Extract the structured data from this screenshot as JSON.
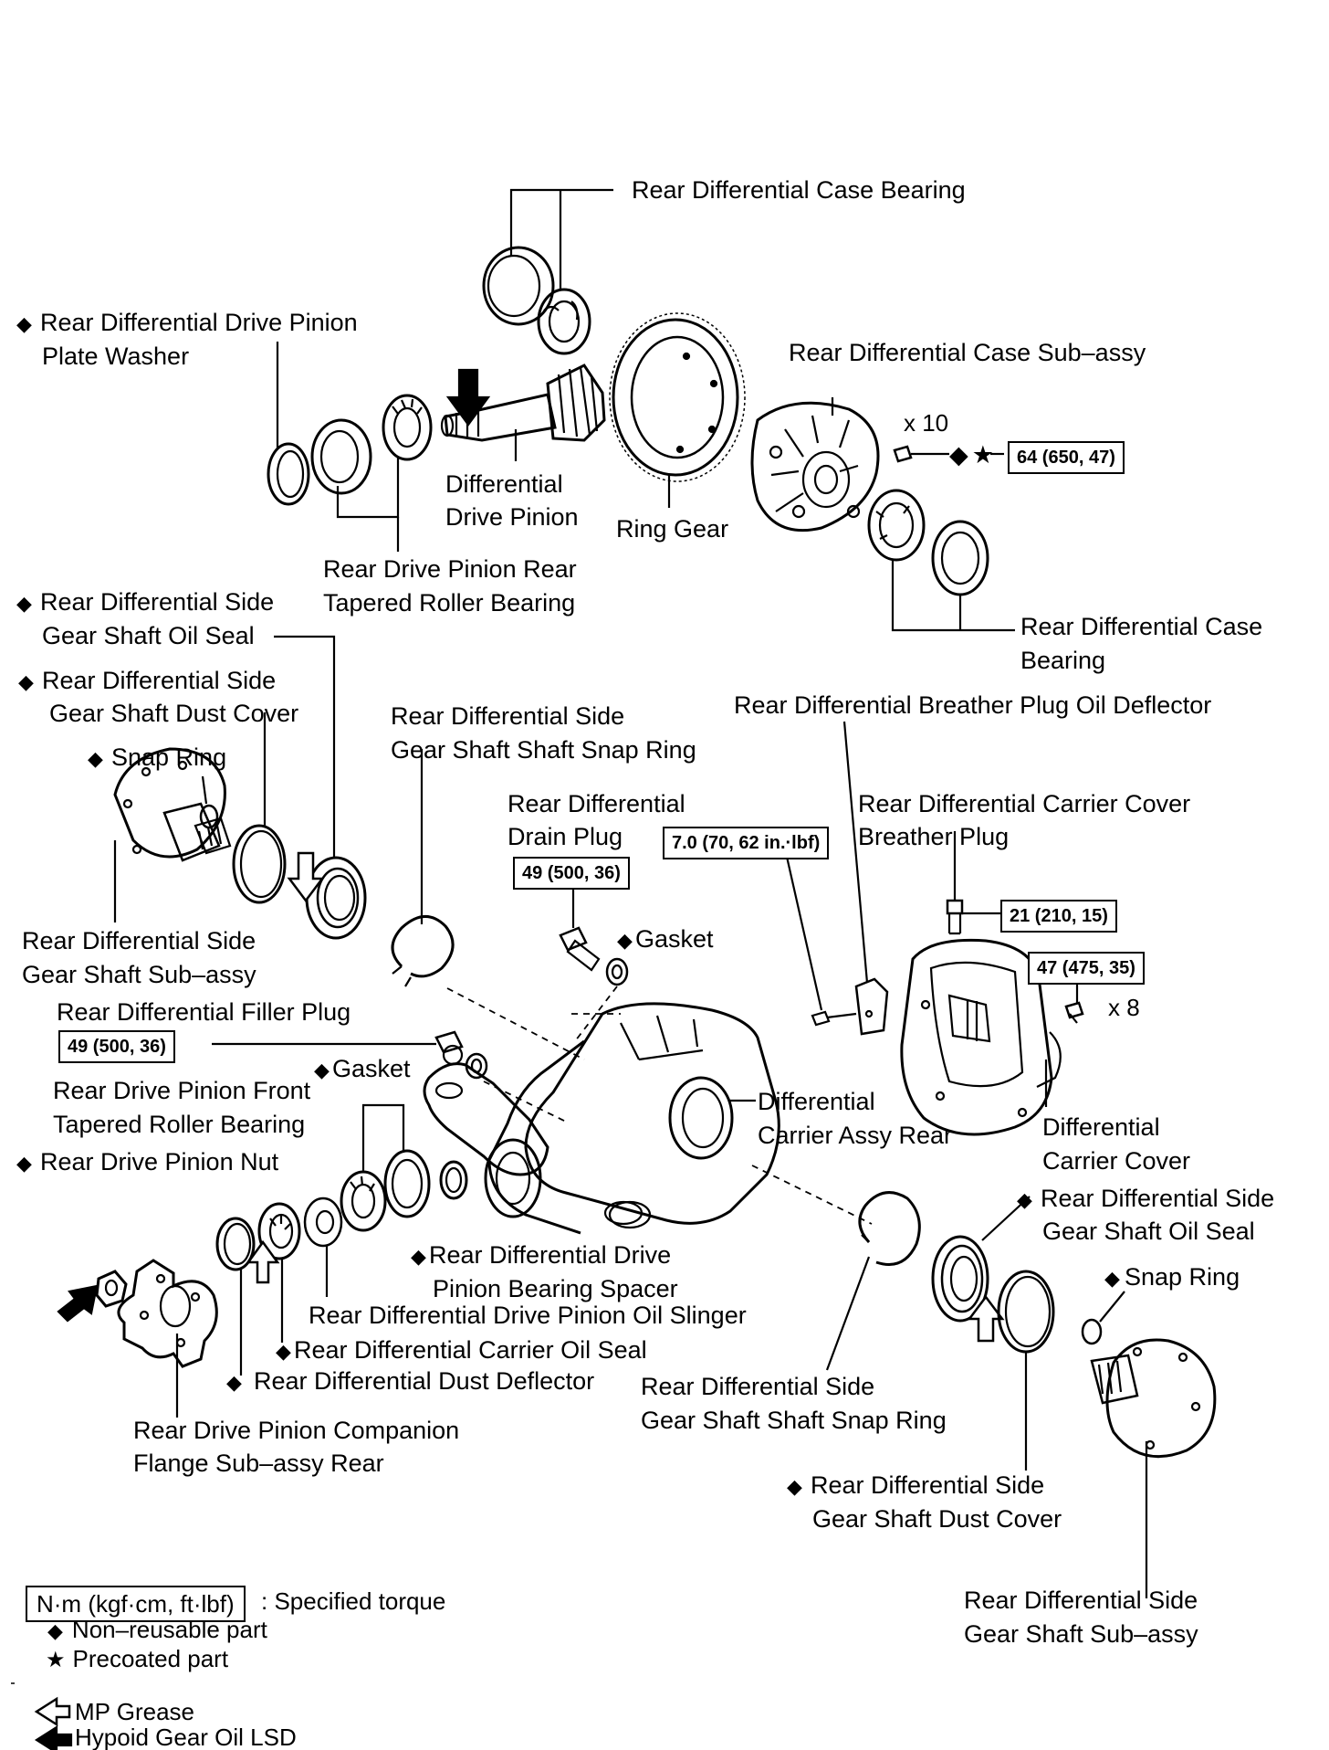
{
  "labels": {
    "case_bearing_top": "Rear Differential Case Bearing",
    "pinion_plate_washer_1": "Rear Differential Drive Pinion",
    "pinion_plate_washer_2": "Plate Washer",
    "case_sub_assy": "Rear Differential Case Sub–assy",
    "drive_pinion_1": "Differential",
    "drive_pinion_2": "Drive Pinion",
    "ring_gear": "Ring Gear",
    "rear_bearing_1": "Rear Drive Pinion Rear",
    "rear_bearing_2": "Tapered Roller Bearing",
    "case_bearing_right_1": "Rear Differential Case",
    "case_bearing_right_2": "Bearing",
    "side_oil_seal_left_1": "Rear Differential Side",
    "side_oil_seal_left_2": "Gear Shaft Oil Seal",
    "side_dust_cover_left_1": "Rear Differential Side",
    "side_dust_cover_left_2": "Gear Shaft Dust Cover",
    "snap_ring_left": "Snap Ring",
    "side_snap_ring_top_1": "Rear Differential Side",
    "side_snap_ring_top_2": "Gear Shaft Shaft Snap Ring",
    "breather_oil_deflector": "Rear Differential Breather Plug Oil Deflector",
    "drain_plug_1": "Rear Differential",
    "drain_plug_2": "Drain Plug",
    "breather_plug_1": "Rear Differential Carrier Cover",
    "breather_plug_2": "Breather Plug",
    "side_sub_assy_left_1": "Rear Differential Side",
    "side_sub_assy_left_2": "Gear Shaft Sub–assy",
    "gasket_drain": "Gasket",
    "filler_plug": "Rear Differential Filler Plug",
    "gasket_filler": "Gasket",
    "front_bearing_1": "Rear Drive Pinion Front",
    "front_bearing_2": "Tapered Roller Bearing",
    "carrier_assy_1": "Differential",
    "carrier_assy_2": "Carrier Assy Rear",
    "carrier_cover_1": "Differential",
    "carrier_cover_2": "Carrier Cover",
    "pinion_nut": "Rear Drive Pinion Nut",
    "side_oil_seal_right_1": "Rear Differential Side",
    "side_oil_seal_right_2": "Gear Shaft Oil Seal",
    "bearing_spacer_1": "Rear Differential Drive",
    "bearing_spacer_2": "Pinion Bearing Spacer",
    "snap_ring_right": "Snap Ring",
    "oil_slinger": "Rear Differential Drive Pinion Oil Slinger",
    "carrier_oil_seal": "Rear Differential Carrier Oil Seal",
    "dust_deflector": "Rear Differential Dust Deflector",
    "side_snap_ring_bottom_1": "Rear Differential Side",
    "side_snap_ring_bottom_2": "Gear Shaft Shaft Snap Ring",
    "companion_flange_1": "Rear Drive Pinion Companion",
    "companion_flange_2": "Flange Sub–assy Rear",
    "side_dust_cover_right_1": "Rear Differential Side",
    "side_dust_cover_right_2": "Gear Shaft Dust Cover",
    "side_sub_assy_right_1": "Rear Differential Side",
    "side_sub_assy_right_2": "Gear Shaft Sub–assy"
  },
  "torques": {
    "ring_gear_bolt": "64 (650, 47)",
    "breather_deflector": "7.0 (70, 62 in.·lbf)",
    "drain_plug": "49 (500, 36)",
    "breather_plug": "21 (210, 15)",
    "cover_bolt": "47 (475, 35)",
    "filler_plug": "49 (500, 36)"
  },
  "counts": {
    "ring_gear_bolts": "x 10",
    "cover_bolts": "x 8"
  },
  "symbols": {
    "diamond": "◆",
    "star": "★"
  },
  "legend": {
    "torque_box": "N·m (kgf·cm, ft·lbf)",
    "torque_text": ": Specified torque",
    "non_reusable": "Non–reusable part",
    "precoated": "Precoated part",
    "mp_grease": "MP Grease",
    "hypoid_oil": "Hypoid Gear Oil LSD"
  }
}
